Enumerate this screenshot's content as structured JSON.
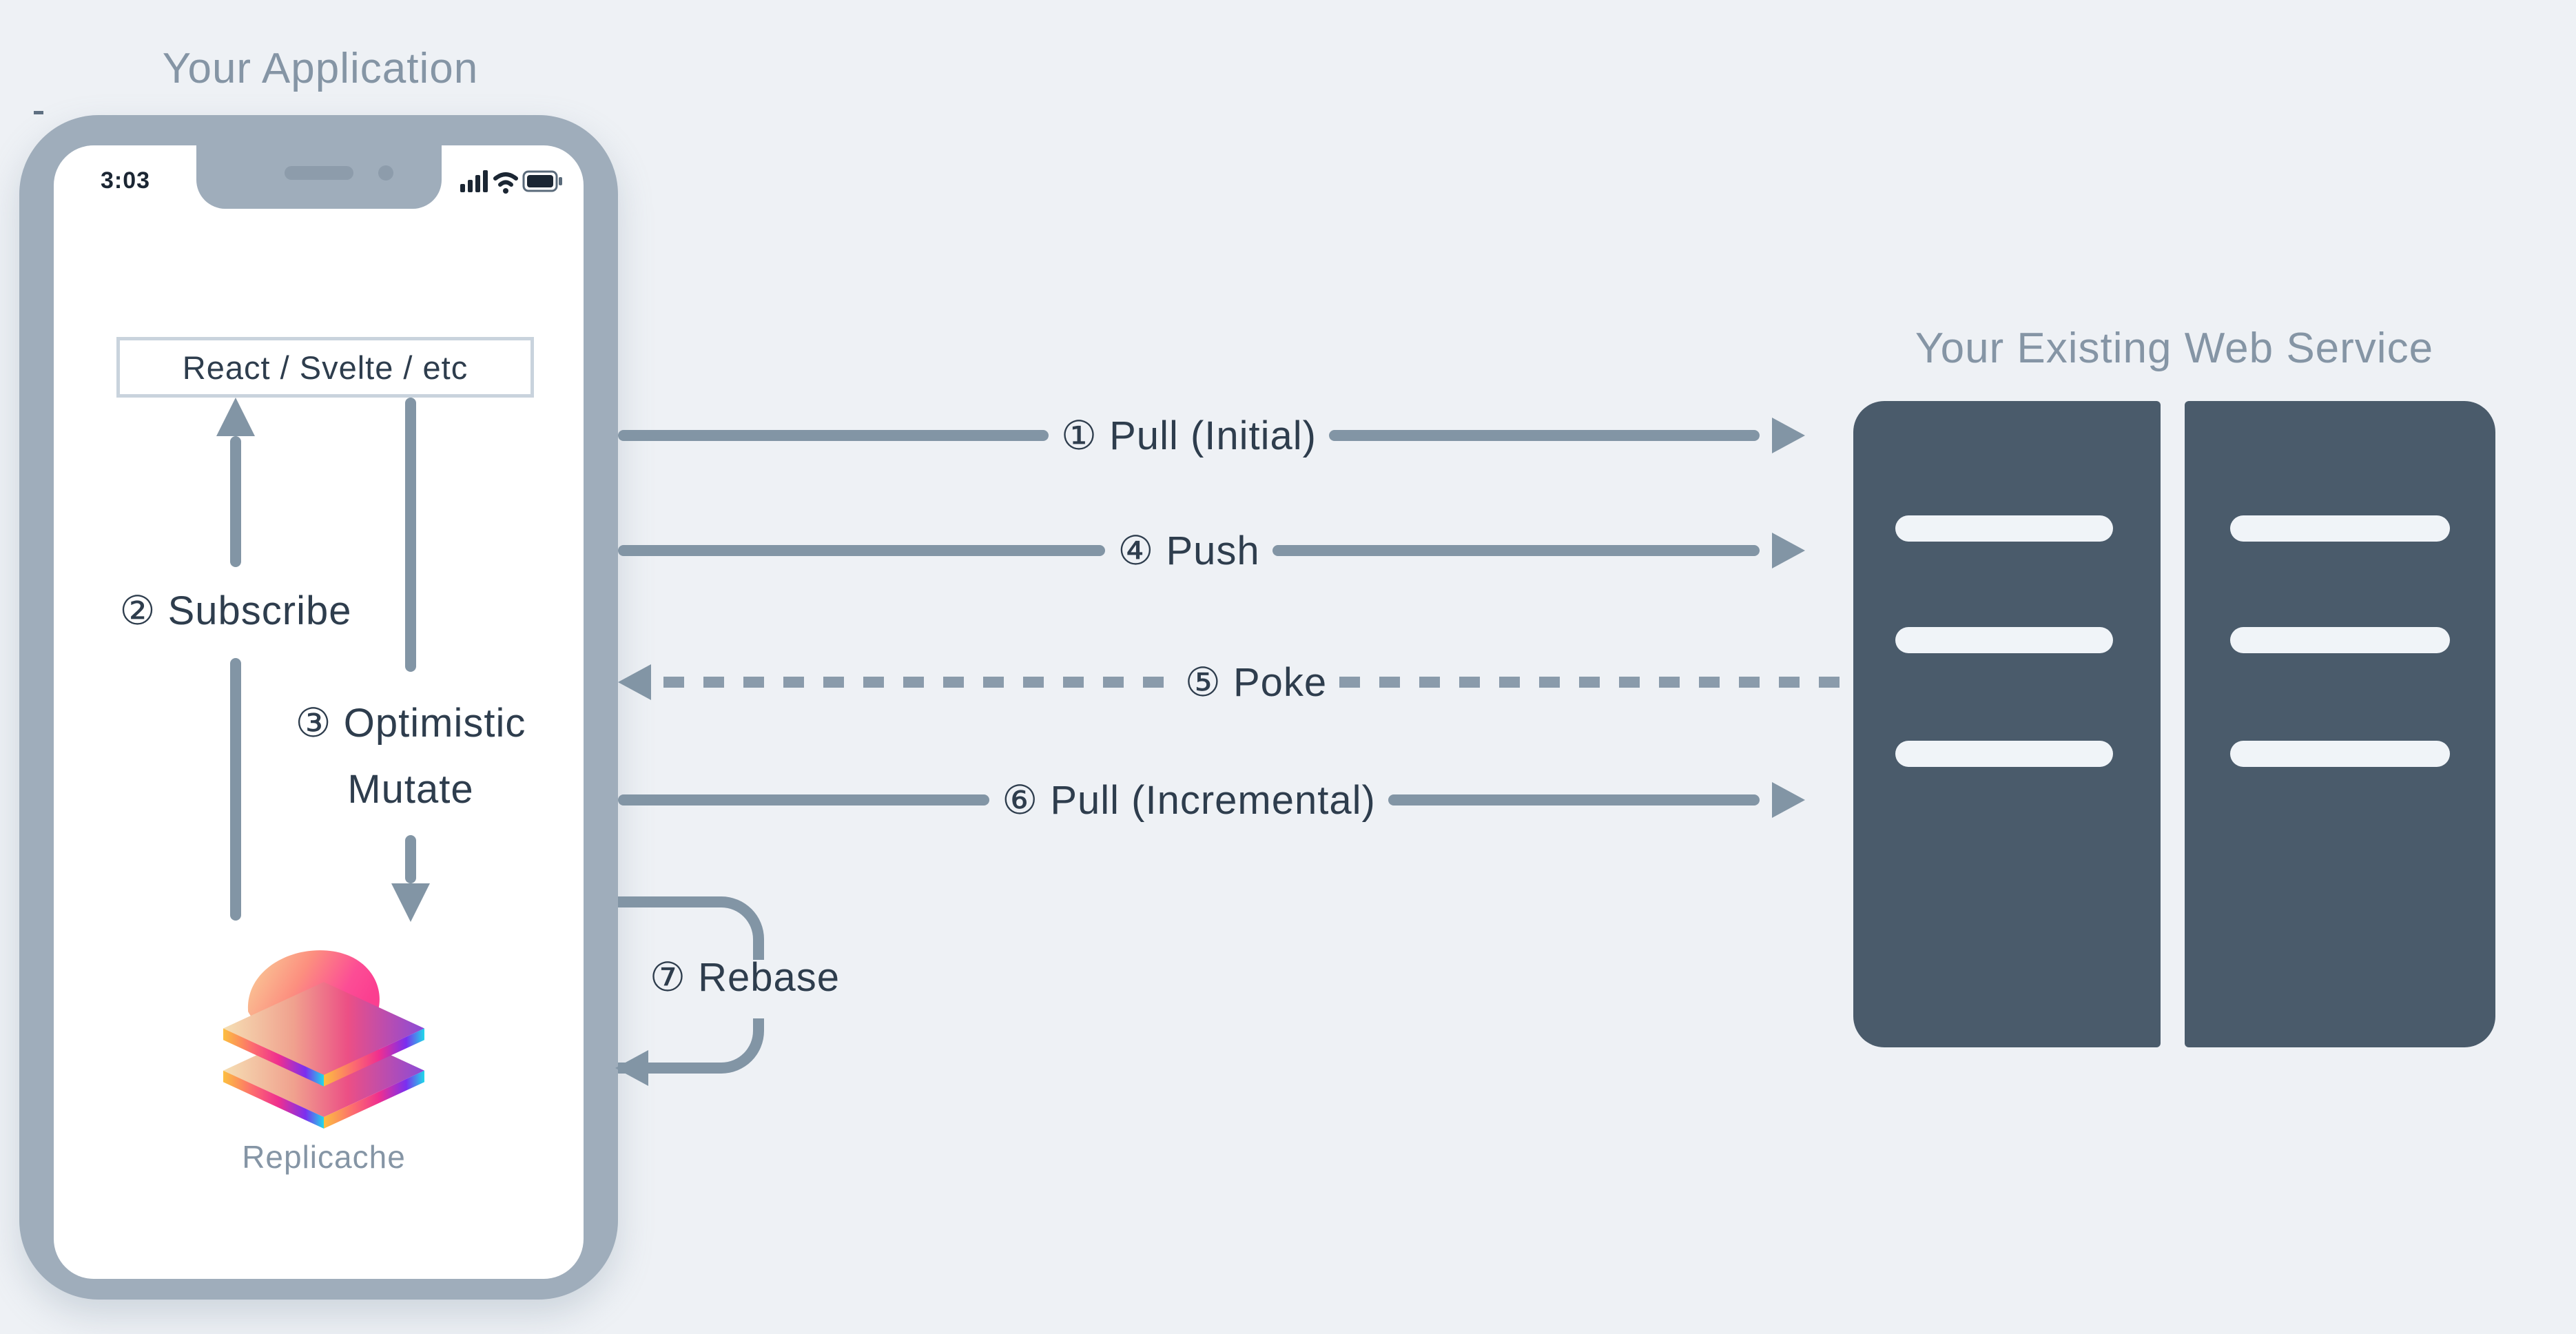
{
  "colors": {
    "background": "#eef1f5",
    "phone_frame": "#9fadbb",
    "screen": "#ffffff",
    "server_body": "#4a5b6b",
    "server_slot": "#f0f4f8",
    "arrow_gray": "#8295a5",
    "text_dark": "#2e3d4d",
    "text_muted": "#8595a5",
    "logo_gradient": [
      "#ffc14d",
      "#ff4f8d",
      "#8f3cf0",
      "#25dce8"
    ]
  },
  "application": {
    "title": "Your Application",
    "phone": {
      "time": "3:03",
      "status_icons": [
        "signal-bars",
        "wifi",
        "battery"
      ]
    },
    "framework_box": "React / Svelte / etc",
    "subscribe_label": "② Subscribe",
    "mutate_label_line1": "③ Optimistic",
    "mutate_label_line2": "Mutate",
    "logo_caption": "Replicache"
  },
  "service": {
    "title": "Your Existing Web Service",
    "server_count": 2,
    "slots_per_server": 3
  },
  "flows": {
    "pull_initial": "① Pull (Initial)",
    "push": "④ Push",
    "poke": "⑤ Poke",
    "pull_incremental": "⑥ Pull (Incremental)",
    "rebase": "⑦ Rebase"
  }
}
